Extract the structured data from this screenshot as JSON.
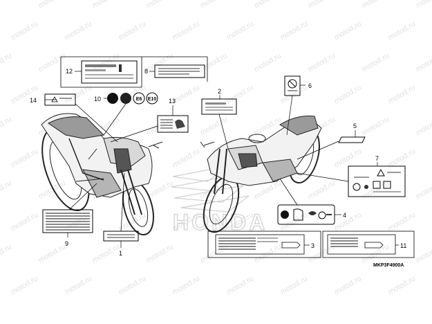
{
  "watermark": "motod.ru",
  "brand_mark": "HONDA",
  "diagram_code": "MKP3F4900A",
  "callouts": [
    "1",
    "2",
    "3",
    "4",
    "5",
    "6",
    "7",
    "8",
    "9",
    "10",
    "11",
    "12",
    "13",
    "14"
  ],
  "sticker_10_marks": [
    "E6",
    "E10"
  ]
}
